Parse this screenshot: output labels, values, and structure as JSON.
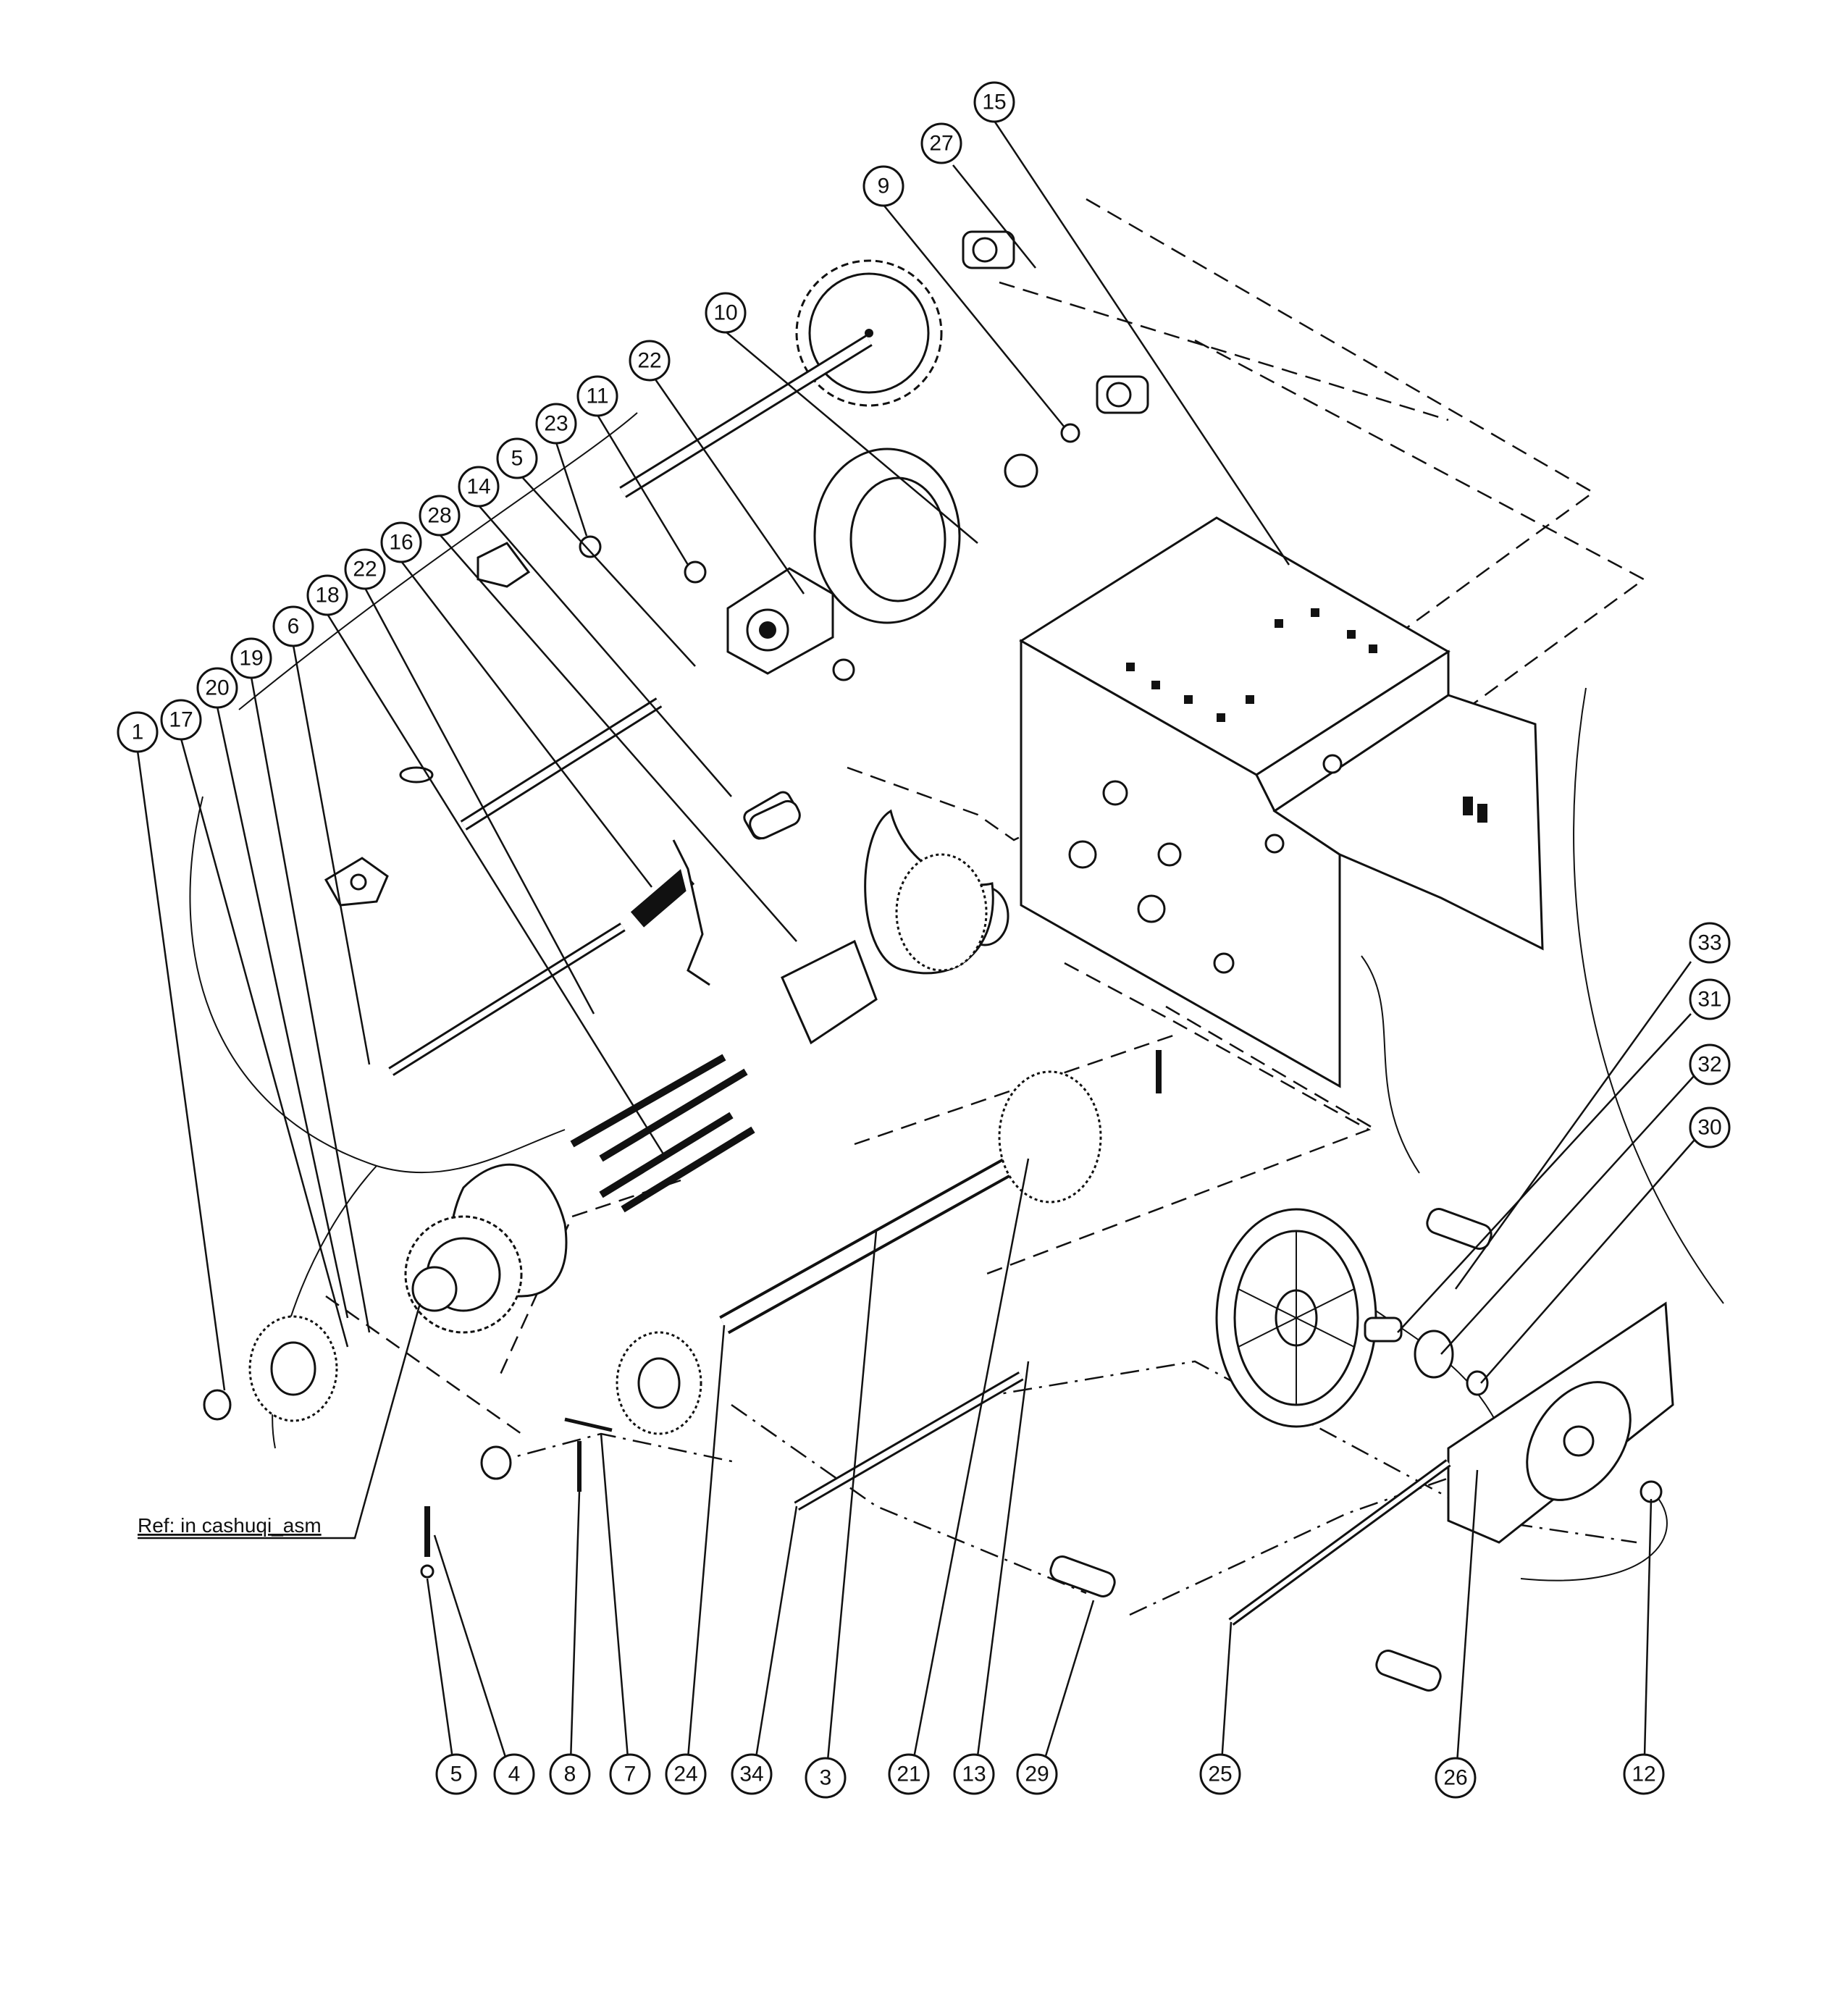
{
  "reference_label": "Ref: in cashuqi_asm",
  "callouts": [
    {
      "id": "c15",
      "label": "15"
    },
    {
      "id": "c27",
      "label": "27"
    },
    {
      "id": "c9",
      "label": "9"
    },
    {
      "id": "c10",
      "label": "10"
    },
    {
      "id": "c22a",
      "label": "22"
    },
    {
      "id": "c11",
      "label": "11"
    },
    {
      "id": "c23",
      "label": "23"
    },
    {
      "id": "c5a",
      "label": "5"
    },
    {
      "id": "c14",
      "label": "14"
    },
    {
      "id": "c28",
      "label": "28"
    },
    {
      "id": "c16",
      "label": "16"
    },
    {
      "id": "c22b",
      "label": "22"
    },
    {
      "id": "c18",
      "label": "18"
    },
    {
      "id": "c6",
      "label": "6"
    },
    {
      "id": "c19",
      "label": "19"
    },
    {
      "id": "c20",
      "label": "20"
    },
    {
      "id": "c17",
      "label": "17"
    },
    {
      "id": "c1",
      "label": "1"
    },
    {
      "id": "c33",
      "label": "33"
    },
    {
      "id": "c31",
      "label": "31"
    },
    {
      "id": "c32",
      "label": "32"
    },
    {
      "id": "c30",
      "label": "30"
    },
    {
      "id": "c5b",
      "label": "5"
    },
    {
      "id": "c4",
      "label": "4"
    },
    {
      "id": "c8",
      "label": "8"
    },
    {
      "id": "c7",
      "label": "7"
    },
    {
      "id": "c24",
      "label": "24"
    },
    {
      "id": "c34",
      "label": "34"
    },
    {
      "id": "c3",
      "label": "3"
    },
    {
      "id": "c21",
      "label": "21"
    },
    {
      "id": "c13",
      "label": "13"
    },
    {
      "id": "c29",
      "label": "29"
    },
    {
      "id": "c25",
      "label": "25"
    },
    {
      "id": "c26",
      "label": "26"
    },
    {
      "id": "c12",
      "label": "12"
    }
  ]
}
